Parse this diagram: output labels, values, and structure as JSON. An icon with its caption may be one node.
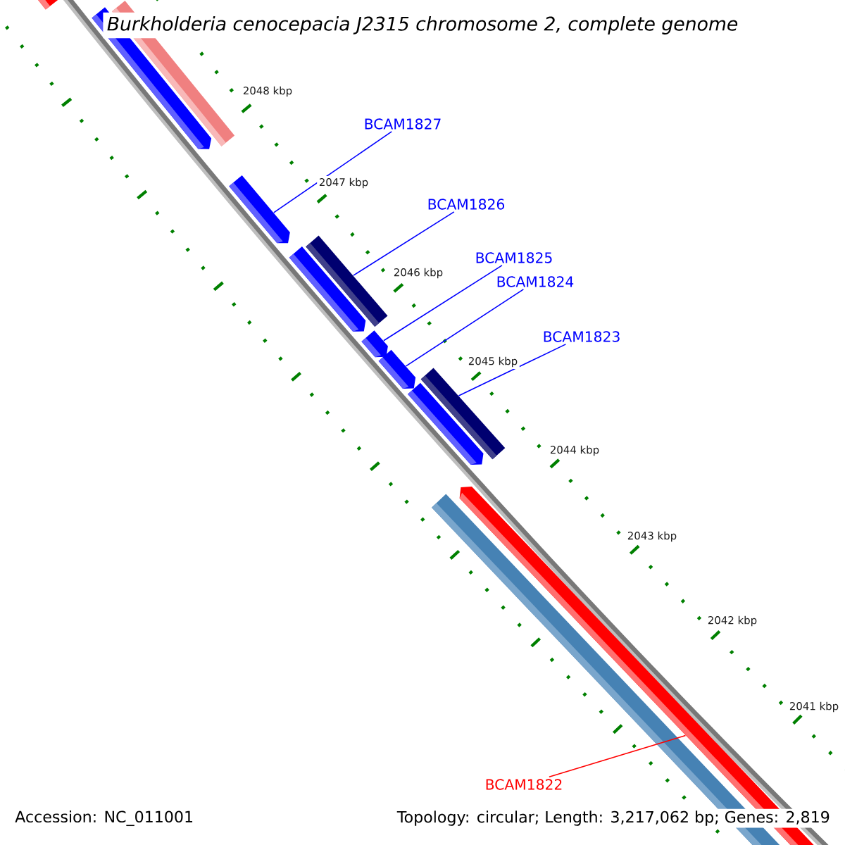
{
  "diagram": {
    "title": "Burkholderia cenocepacia J2315 chromosome 2, complete genome",
    "nodes": [
      {
        "text": [],
        "shape": "bar"
      },
      {
        "text": [],
        "shape": "bar"
      },
      {
        "text": [],
        "shape": "bar"
      },
      {
        "text": [],
        "shape": "bar"
      },
      {
        "text": [],
        "shape": "bar"
      },
      {
        "text": [],
        "shape": "bar"
      },
      {
        "text": [],
        "shape": "bar"
      },
      {
        "text": [],
        "shape": "bar"
      },
      {
        "text": [],
        "shape": "bar"
      },
      {
        "text": [],
        "shape": "bar"
      },
      {
        "text": [],
        "shape": "bar"
      },
      {
        "text": [],
        "shape": "bar"
      },
      {
        "text": [
          "BCAM1827"
        ]
      },
      {
        "text": [
          "BCAM1826"
        ]
      },
      {
        "text": [
          "BCAM1825"
        ]
      },
      {
        "text": [
          "BCAM1824"
        ]
      },
      {
        "text": [
          "BCAM1823"
        ]
      },
      {
        "text": [
          "BCAM1822"
        ]
      }
    ],
    "edges": [
      {
        "from": 12,
        "to": 3,
        "arrow": "none"
      },
      {
        "from": 13,
        "to": 4,
        "arrow": "none"
      },
      {
        "from": 14,
        "to": 6,
        "arrow": "none"
      },
      {
        "from": 15,
        "to": 7,
        "arrow": "none"
      },
      {
        "from": 16,
        "to": 9,
        "arrow": "none"
      },
      {
        "from": 17,
        "to": 10,
        "arrow": "none",
        "color": "#ff0000"
      }
    ],
    "labels": [
      "2048 kbp",
      "2047 kbp",
      "2046 kbp",
      "2045 kbp",
      "2044 kbp",
      "2043 kbp",
      "2042 kbp",
      "2041 kbp",
      "Accession: NC_011001",
      "Topology: circular; Length: 3,217,062 bp; Genes: 2,819"
    ]
  }
}
